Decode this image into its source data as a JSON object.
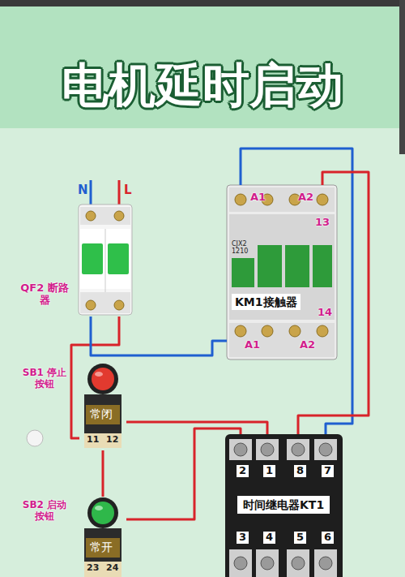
{
  "diagram": {
    "title": "电机延时启动",
    "nodes": [
      {
        "text": [
          "QF2 断路器"
        ]
      },
      {
        "text": [
          "CJX2 1210",
          "KM1接触器"
        ]
      },
      {
        "text": [
          "SB1 停止按钮",
          "常闭"
        ]
      },
      {
        "text": [
          "时间继电器KT1"
        ]
      },
      {
        "text": [
          "SB2 启动按钮",
          "常开"
        ]
      }
    ],
    "edges": [
      {
        "from": 0,
        "to": 2,
        "arrow": "none"
      },
      {
        "from": 0,
        "to": 1,
        "arrow": "none"
      },
      {
        "from": 2,
        "to": 3,
        "arrow": "none"
      },
      {
        "from": 2,
        "to": 4,
        "arrow": "none"
      },
      {
        "from": 4,
        "to": 3,
        "arrow": "none"
      },
      {
        "from": 1,
        "to": 3,
        "arrow": "none"
      },
      {
        "from": 1,
        "to": 3,
        "arrow": "none"
      }
    ],
    "labels": [
      "N",
      "L",
      "A1",
      "A2",
      "13",
      "14",
      "A1",
      "A2",
      "11",
      "12",
      "23",
      "24",
      "2",
      "1",
      "8",
      "7",
      "3",
      "4",
      "5",
      "6"
    ]
  }
}
